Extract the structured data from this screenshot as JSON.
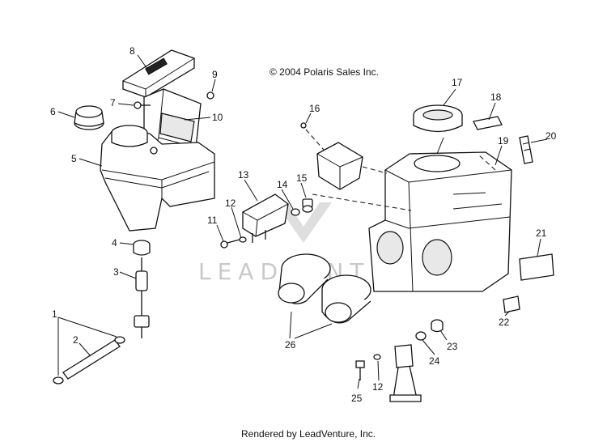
{
  "copyright": "© 2004 Polaris Sales Inc.",
  "footer": "Rendered by LeadVenture, Inc.",
  "watermark": "LEADVENTURE",
  "callouts": {
    "c1": "1",
    "c2": "2",
    "c3": "3",
    "c4": "4",
    "c5": "5",
    "c6": "6",
    "c7": "7",
    "c8": "8",
    "c9": "9",
    "c10": "10",
    "c11": "11",
    "c12a": "12",
    "c12b": "12",
    "c13": "13",
    "c14": "14",
    "c15": "15",
    "c16": "16",
    "c17": "17",
    "c18": "18",
    "c19": "19",
    "c20": "20",
    "c21": "21",
    "c22": "22",
    "c23": "23",
    "c24": "24",
    "c25": "25",
    "c26": "26"
  }
}
